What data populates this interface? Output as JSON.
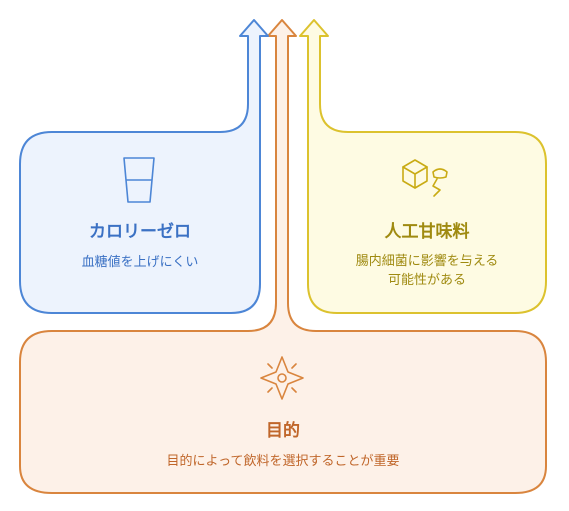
{
  "colors": {
    "blue_stroke": "#4d86d6",
    "blue_fill": "#edf3fd",
    "blue_text": "#3b71c4",
    "yellow_stroke": "#dcc22e",
    "yellow_fill": "#fefbe3",
    "yellow_text": "#9f8a10",
    "orange_stroke": "#d9853e",
    "orange_fill": "#fdf1e8",
    "orange_text": "#c0662a"
  },
  "nodes": {
    "calorie_zero": {
      "title": "カロリーゼロ",
      "desc": "血糖値を上げにくい",
      "icon": "glass-icon"
    },
    "sweetener": {
      "title": "人工甘味料",
      "desc_line1": "腸内細菌に影響を与える",
      "desc_line2": "可能性がある",
      "icon": "cube-beaker-icon"
    },
    "purpose": {
      "title": "目的",
      "desc": "目的によって飲料を選択することが重要",
      "icon": "compass-icon"
    }
  }
}
